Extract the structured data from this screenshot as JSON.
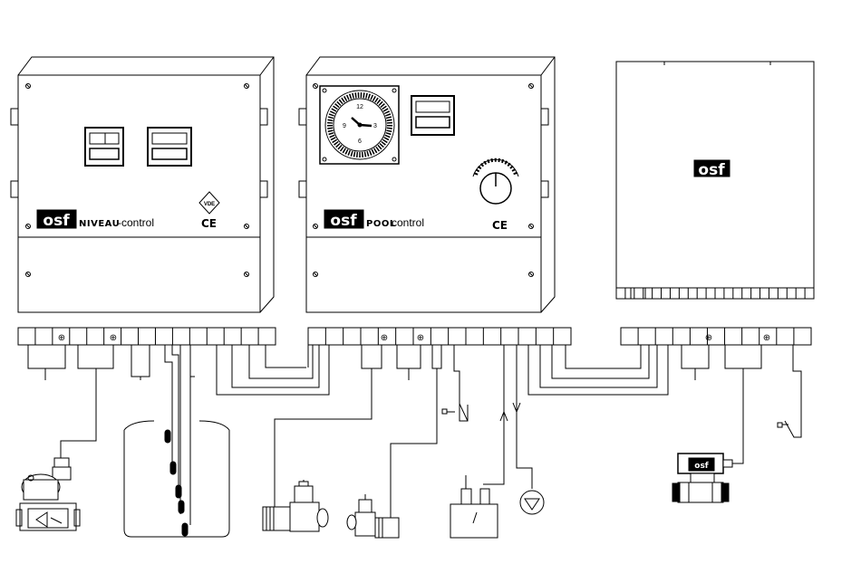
{
  "controller_niveau": {
    "logo": "osf",
    "product_bold": "NIVEAU",
    "product_regular": "-control",
    "mark_ce": "CE",
    "mark_vde": "VDE"
  },
  "controller_pool": {
    "logo": "osf",
    "product_bold": "POOL",
    "product_regular": "control",
    "mark_ce": "CE",
    "clock_numbers": [
      "12",
      "3",
      "6",
      "9"
    ]
  },
  "controller_box": {
    "logo": "osf"
  },
  "valve": {
    "logo": "osf"
  },
  "terminal_strips": {
    "ground_symbol": "⊕"
  },
  "icons": [
    "screw-icon",
    "ground-icon",
    "clock-icon",
    "dial-knob-icon",
    "vde-mark-icon",
    "solenoid-valve-icon",
    "level-sensor-icon",
    "pump-motor-icon",
    "heater-icon",
    "flow-switch-icon",
    "motorized-valve-icon",
    "pressure-switch-icon",
    "pressure-gauge-icon"
  ]
}
